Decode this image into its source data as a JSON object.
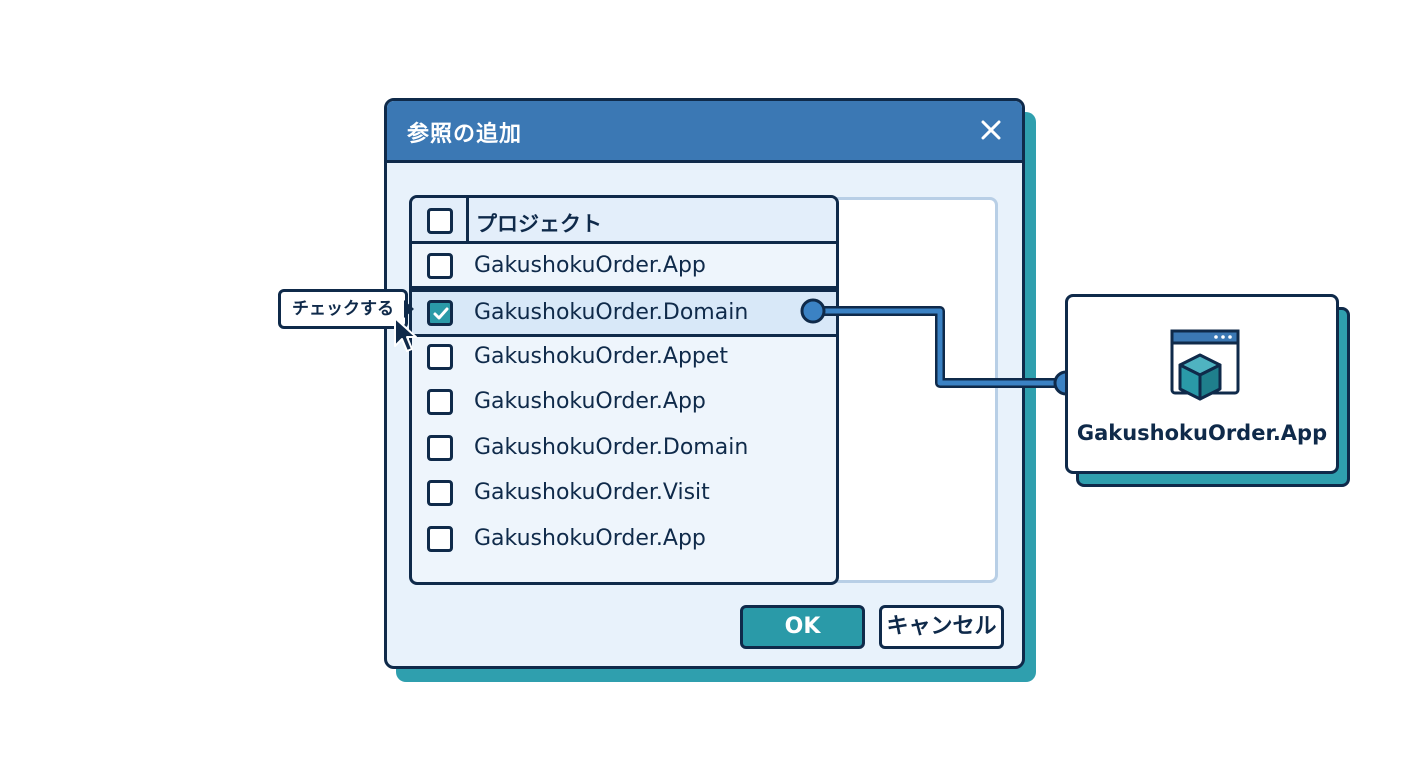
{
  "dialog": {
    "title": "参照の追加",
    "column_header": "プロジェクト",
    "items": [
      {
        "label": "GakushokuOrder.App",
        "checked": false
      },
      {
        "label": "GakushokuOrder.Domain",
        "checked": true
      },
      {
        "label": "GakushokuOrder.Appet",
        "checked": false
      },
      {
        "label": "GakushokuOrder.App",
        "checked": false
      },
      {
        "label": "GakushokuOrder.Domain",
        "checked": false
      },
      {
        "label": "GakushokuOrder.Visit",
        "checked": false
      },
      {
        "label": "GakushokuOrder.App",
        "checked": false
      }
    ],
    "ok_label": "OK",
    "cancel_label": "キャンセル"
  },
  "callout": {
    "text": "チェックする"
  },
  "target_card": {
    "label": "GakushokuOrder.App"
  },
  "colors": {
    "title_bar": "#3b78b4",
    "accent_teal": "#2a9aa8",
    "outline": "#0f2a4a",
    "connector": "#3b82c4"
  },
  "icons": [
    "close-icon",
    "checkmark-icon",
    "cursor-icon",
    "app-window-cube-icon"
  ]
}
